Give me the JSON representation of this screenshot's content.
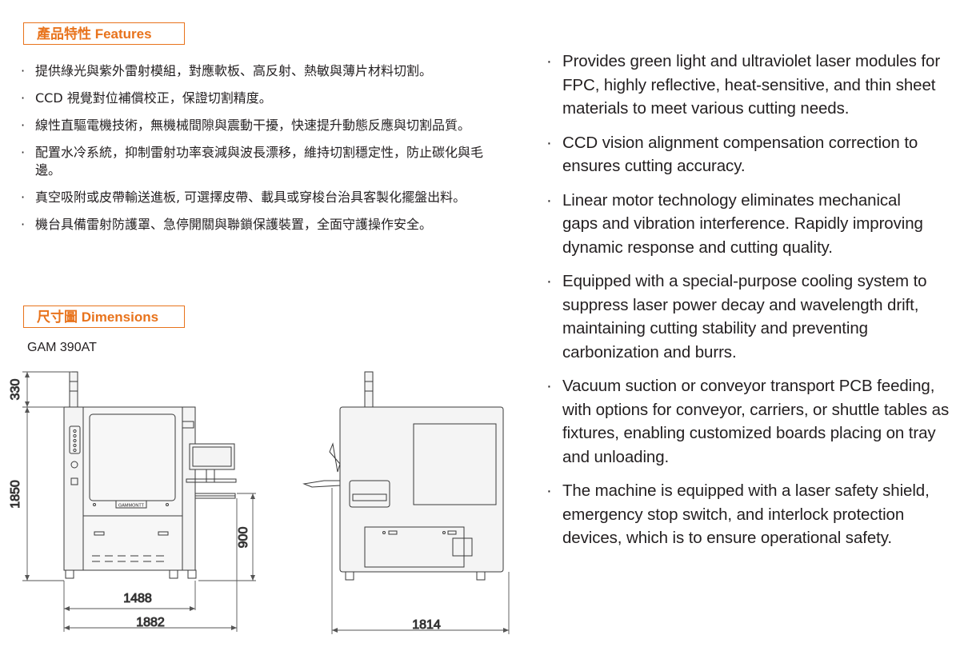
{
  "features": {
    "title": "產品特性 Features",
    "zh_items": [
      "提供綠光與紫外雷射模組，對應軟板、高反射、熱敏與薄片材料切割。",
      "CCD  視覺對位補償校正，保證切割精度。",
      "線性直驅電機技術，無機械間隙與震動干擾，快速提升動態反應與切割品質。",
      "配置水冷系統，抑制雷射功率衰減與波長漂移，維持切割穩定性，防止碳化與毛邊。",
      "真空吸附或皮帶輸送進板, 可選擇皮帶、載具或穿梭台治具客製化擺盤出料。",
      "機台具備雷射防護罩、急停開關與聯鎖保護裝置，全面守護操作安全。"
    ],
    "en_items": [
      "Provides green light and ultraviolet laser modules for FPC, highly reflective, heat-sensitive, and thin sheet materials to meet various cutting needs.",
      "CCD vision alignment compensation correction to ensures cutting accuracy.",
      "Linear motor technology eliminates mechanical gaps and vibration interference. Rapidly improving dynamic response and cutting quality.",
      "Equipped with a special-purpose cooling system to suppress laser power decay and wavelength drift, maintaining cutting stability and preventing carbonization and burrs.",
      "Vacuum suction or conveyor transport PCB feeding, with options for conveyor, carriers, or shuttle tables as fixtures, enabling customized boards placing on tray and unloading.",
      "The machine is equipped with a laser safety shield, emergency stop switch, and interlock protection devices, which is to ensure operational safety."
    ],
    "bullet": "·"
  },
  "dimensions": {
    "title": "尺寸圖 Dimensions",
    "model": "GAM 390AT",
    "labels": {
      "top_height": "330",
      "total_height": "1850",
      "table_height": "900",
      "inner_width": "1488",
      "front_width": "1882",
      "side_width": "1814"
    },
    "brand_plate": "GAMMONTT"
  },
  "colors": {
    "accent": "#e8731c",
    "text": "#231f20",
    "line": "#3a3a3a",
    "machine_fill": "#f4f4f4"
  }
}
